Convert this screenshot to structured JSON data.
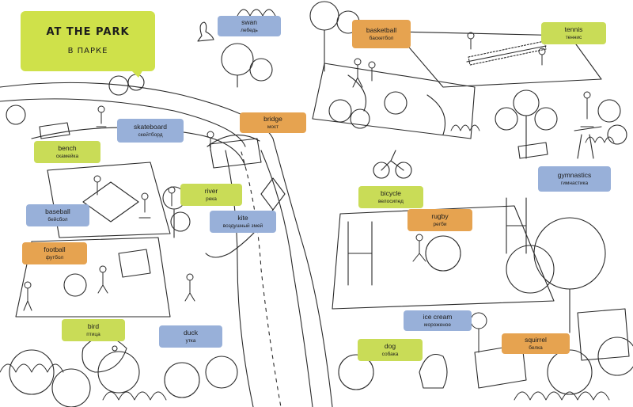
{
  "title": {
    "en": "AT THE PARK",
    "ru": "В ПАРКЕ"
  },
  "colors": {
    "lime": "#c9dc57",
    "blue": "#98b0d9",
    "orange": "#e6a350",
    "title": "#cfe14a",
    "ink": "#2a2a2a"
  },
  "labels": [
    {
      "key": "swan",
      "en": "swan",
      "ru": "лебедь",
      "color": "blue"
    },
    {
      "key": "basketball",
      "en": "basketball",
      "ru": "баскетбол",
      "color": "orange"
    },
    {
      "key": "tennis",
      "en": "tennis",
      "ru": "теннис",
      "color": "lime"
    },
    {
      "key": "skateboard",
      "en": "skateboard",
      "ru": "скейтборд",
      "color": "blue"
    },
    {
      "key": "bridge",
      "en": "bridge",
      "ru": "мост",
      "color": "orange"
    },
    {
      "key": "bench",
      "en": "bench",
      "ru": "скамейка",
      "color": "lime"
    },
    {
      "key": "gymnastics",
      "en": "gymnastics",
      "ru": "гимнастика",
      "color": "blue"
    },
    {
      "key": "river",
      "en": "river",
      "ru": "река",
      "color": "lime"
    },
    {
      "key": "bicycle",
      "en": "bicycle",
      "ru": "велосипед",
      "color": "lime"
    },
    {
      "key": "kite",
      "en": "kite",
      "ru": "воздушный змей",
      "color": "blue"
    },
    {
      "key": "baseball",
      "en": "baseball",
      "ru": "бейсбол",
      "color": "blue"
    },
    {
      "key": "rugby",
      "en": "rugby",
      "ru": "регби",
      "color": "orange"
    },
    {
      "key": "football",
      "en": "football",
      "ru": "футбол",
      "color": "orange"
    },
    {
      "key": "ice-cream",
      "en": "ice cream",
      "ru": "мороженое",
      "color": "blue"
    },
    {
      "key": "bird",
      "en": "bird",
      "ru": "птица",
      "color": "lime"
    },
    {
      "key": "duck",
      "en": "duck",
      "ru": "утка",
      "color": "blue"
    },
    {
      "key": "squirrel",
      "en": "squirrel",
      "ru": "белка",
      "color": "orange"
    },
    {
      "key": "dog",
      "en": "dog",
      "ru": "собака",
      "color": "lime"
    }
  ]
}
